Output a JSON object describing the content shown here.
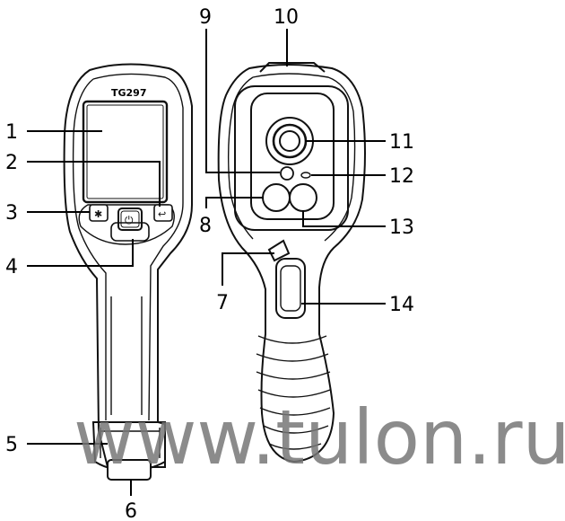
{
  "front_view": {
    "model_label": "TG297"
  },
  "callouts": {
    "c1": "1",
    "c2": "2",
    "c3": "3",
    "c4": "4",
    "c5": "5",
    "c6": "6",
    "c7": "7",
    "c8": "8",
    "c9": "9",
    "c10": "10",
    "c11": "11",
    "c12": "12",
    "c13": "13",
    "c14": "14"
  },
  "watermark": "www.tulon.ru"
}
